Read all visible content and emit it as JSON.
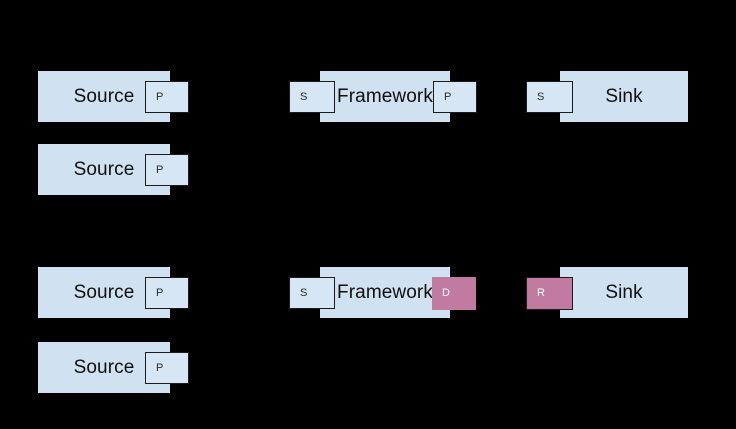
{
  "diagram": {
    "background_color": "#000000",
    "block_fill_color": "#d0e2f2",
    "badge_blue_fill_color": "#d6e6f5",
    "badge_mauve_fill_color": "#c27ba0",
    "border_color": "#1b1b1b",
    "rows": [
      {
        "id": "row-1",
        "nodes": [
          {
            "id": "source-1",
            "label": "Source",
            "ports": [
              {
                "id": "source-1-port-p",
                "label": "P",
                "style": "blue",
                "side": "right"
              }
            ]
          },
          {
            "id": "framework-1",
            "label": "Framework",
            "ports": [
              {
                "id": "framework-1-port-s",
                "label": "S",
                "style": "blue",
                "side": "left"
              },
              {
                "id": "framework-1-port-p",
                "label": "P",
                "style": "blue",
                "side": "right"
              }
            ]
          },
          {
            "id": "sink-1",
            "label": "Sink",
            "ports": [
              {
                "id": "sink-1-port-s",
                "label": "S",
                "style": "blue",
                "side": "left"
              }
            ]
          }
        ]
      },
      {
        "id": "row-2",
        "nodes": [
          {
            "id": "source-2",
            "label": "Source",
            "ports": [
              {
                "id": "source-2-port-p",
                "label": "P",
                "style": "blue",
                "side": "right"
              }
            ]
          }
        ]
      },
      {
        "id": "row-3",
        "nodes": [
          {
            "id": "source-3",
            "label": "Source",
            "ports": [
              {
                "id": "source-3-port-p",
                "label": "P",
                "style": "blue",
                "side": "right"
              }
            ]
          },
          {
            "id": "framework-2",
            "label": "Framework",
            "ports": [
              {
                "id": "framework-2-port-s",
                "label": "S",
                "style": "blue",
                "side": "left"
              },
              {
                "id": "framework-2-port-d",
                "label": "D",
                "style": "mauve-plain",
                "side": "right"
              }
            ]
          },
          {
            "id": "sink-2",
            "label": "Sink",
            "ports": [
              {
                "id": "sink-2-port-r",
                "label": "R",
                "style": "mauve-bordered",
                "side": "left"
              }
            ]
          }
        ]
      },
      {
        "id": "row-4",
        "nodes": [
          {
            "id": "source-4",
            "label": "Source",
            "ports": [
              {
                "id": "source-4-port-p",
                "label": "P",
                "style": "blue",
                "side": "right"
              }
            ]
          }
        ]
      }
    ]
  }
}
